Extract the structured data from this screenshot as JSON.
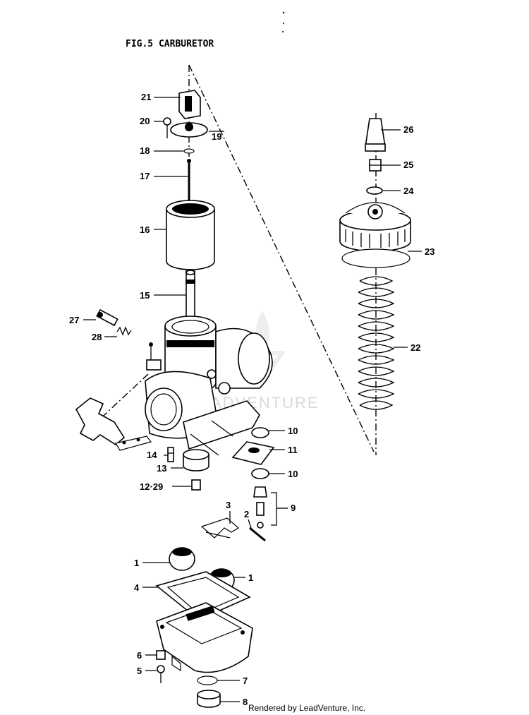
{
  "figure": {
    "title": "FIG.5 CARBURETOR",
    "credit": "Rendered by LeadVenture, Inc.",
    "watermark": "LEADVENTURE"
  },
  "callouts": {
    "c1a": "1",
    "c1b": "1",
    "c2": "2",
    "c3": "3",
    "c4": "4",
    "c5": "5",
    "c6": "6",
    "c7": "7",
    "c8": "8",
    "c9": "9",
    "c10a": "10",
    "c10b": "10",
    "c11": "11",
    "c12": "12·29",
    "c13": "13",
    "c14": "14",
    "c15": "15",
    "c16": "16",
    "c17": "17",
    "c18": "18",
    "c19": "19",
    "c20": "20",
    "c21": "21",
    "c22": "22",
    "c23": "23",
    "c24": "24",
    "c25": "25",
    "c26": "26",
    "c27": "27",
    "c28": "28"
  }
}
